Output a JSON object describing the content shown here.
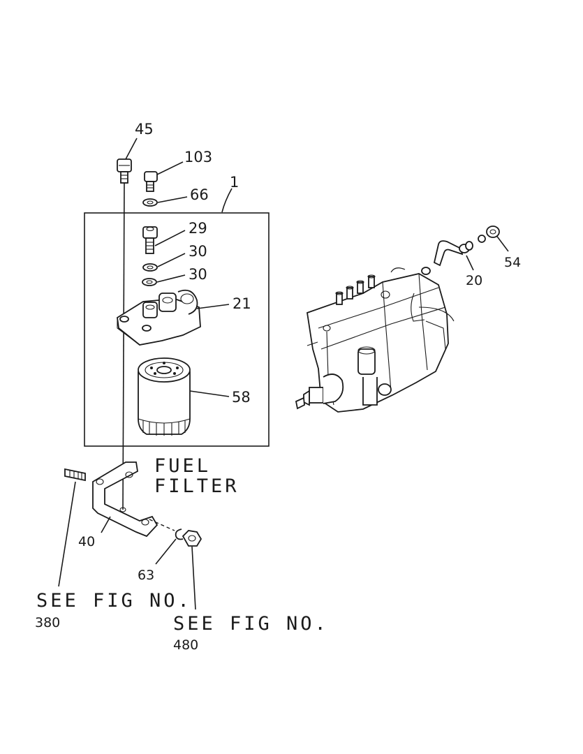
{
  "callouts": {
    "c45": "45",
    "c103": "103",
    "c66": "66",
    "c1": "1",
    "c29": "29",
    "c30a": "30",
    "c30b": "30",
    "c21": "21",
    "c58": "58",
    "c40": "40",
    "c63": "63",
    "c54": "54",
    "c20": "20"
  },
  "caption": {
    "line1": "FUEL",
    "line2": "FILTER"
  },
  "references": {
    "ref1_text": "SEE FIG NO.",
    "ref1_num": "380",
    "ref2_text": "SEE FIG NO.",
    "ref2_num": "480"
  }
}
